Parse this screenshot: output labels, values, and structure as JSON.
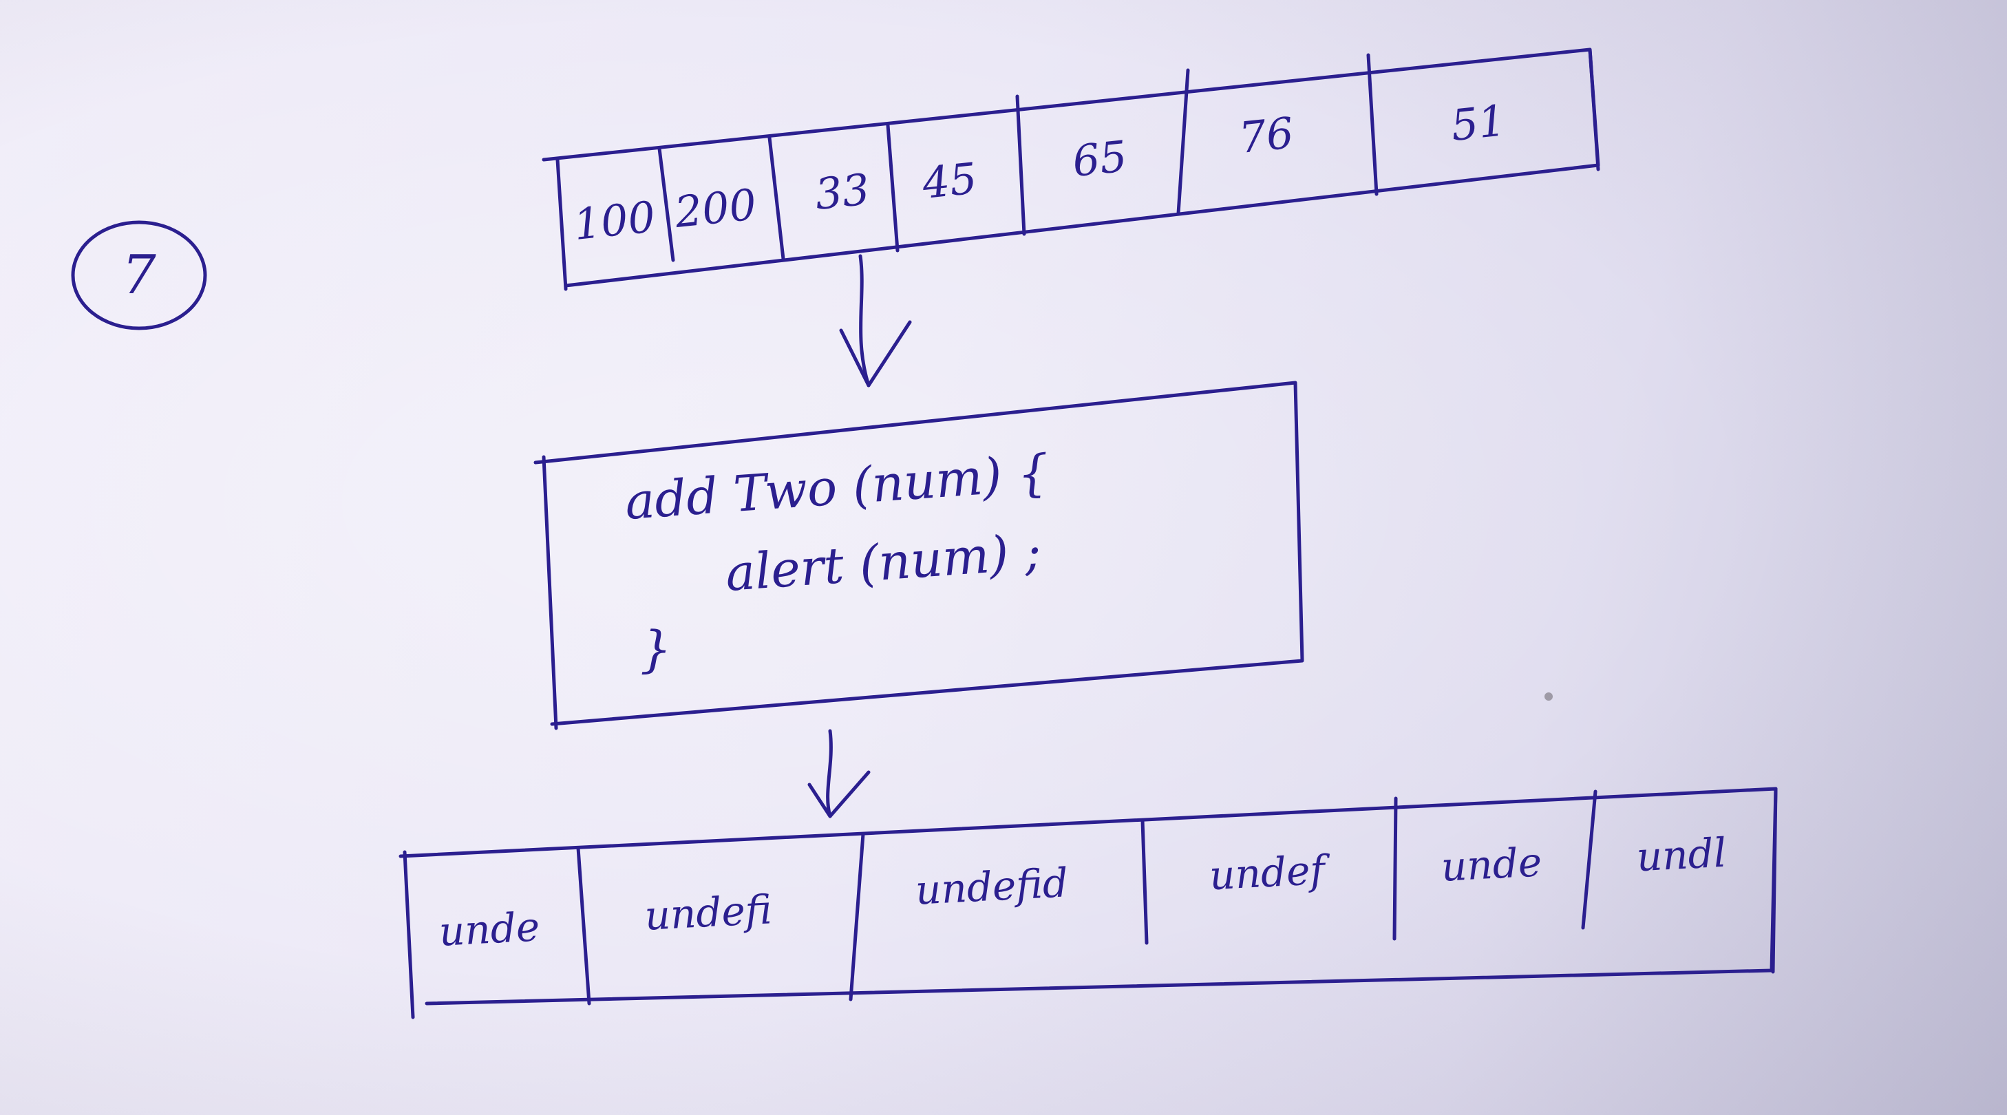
{
  "question_label": "7",
  "input_array": {
    "cells": [
      "100",
      "200",
      "33",
      "45",
      "65",
      "76",
      "51"
    ]
  },
  "function_box": {
    "signature": "add Two (num) {",
    "body": "alert (num) ;",
    "closing": "}"
  },
  "output_array": {
    "cells": [
      "unde",
      "undefi",
      "undefid",
      "undef",
      "unde",
      "undl"
    ]
  },
  "colors": {
    "ink": "#2b1f8f",
    "paper": "#ebe8f6"
  }
}
